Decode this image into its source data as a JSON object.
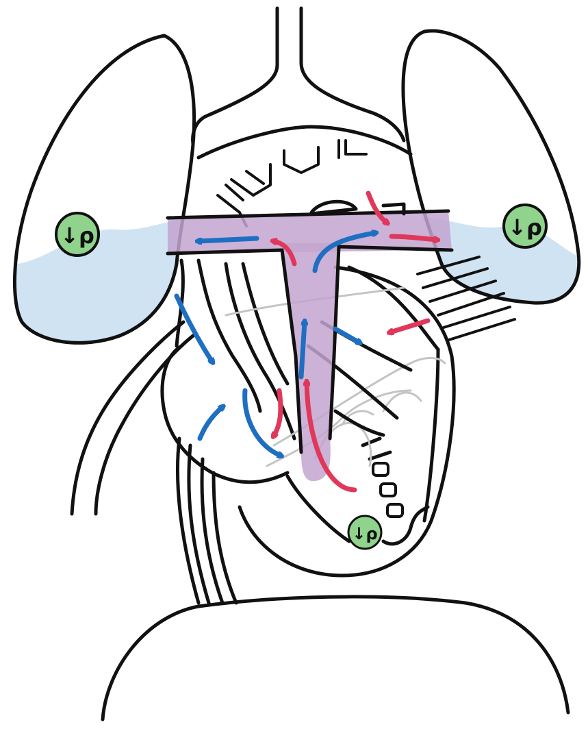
{
  "colors": {
    "outline": "#111111",
    "fluid": "#cfe3f3",
    "fluid_edge": "#9cc6e6",
    "shunt": "#c3a4cf",
    "arrow_blue": "#1e6fc2",
    "arrow_red": "#e0385a",
    "badge_fill": "#8fd38c",
    "badge_stroke": "#111111"
  },
  "icons": {
    "arrow_blue": "arrow-icon",
    "arrow_red": "arrow-icon",
    "badge": "pressure-down-badge-icon"
  },
  "badges": [
    {
      "name": "left-lung-badge",
      "label": "↓ρ"
    },
    {
      "name": "right-lung-badge",
      "label": "↓ρ"
    },
    {
      "name": "apex-badge",
      "label": "↓ρ"
    }
  ]
}
